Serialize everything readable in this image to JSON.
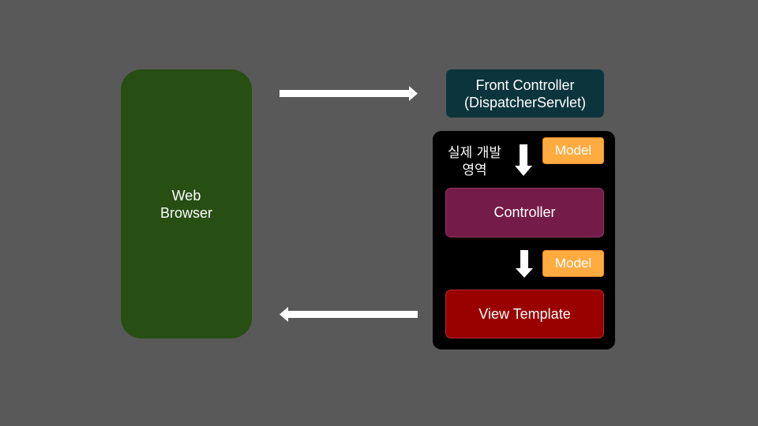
{
  "colors": {
    "background": "#595959",
    "browser": "#274e13",
    "front_controller": "#0c343d",
    "dev_area": "#000000",
    "model": "#ffab40",
    "controller": "#741b47",
    "view_template": "#990000",
    "arrow": "#ffffff"
  },
  "browser": {
    "line1": "Web",
    "line2": "Browser"
  },
  "front_controller": {
    "line1": "Front Controller",
    "line2": "(DispatcherServlet)"
  },
  "dev_area": {
    "label_line1": "실제 개발",
    "label_line2": "영역"
  },
  "models": [
    {
      "label": "Model"
    },
    {
      "label": "Model"
    }
  ],
  "controller": {
    "label": "Controller"
  },
  "view_template": {
    "label": "View Template"
  },
  "arrows": [
    {
      "from": "browser",
      "to": "front-controller",
      "direction": "right"
    },
    {
      "from": "front-controller",
      "to": "controller",
      "direction": "down"
    },
    {
      "from": "controller",
      "to": "view-template",
      "direction": "down"
    },
    {
      "from": "view-template",
      "to": "browser",
      "direction": "left"
    }
  ]
}
